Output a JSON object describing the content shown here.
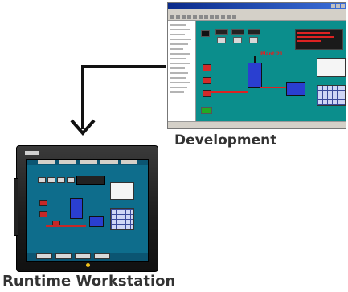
{
  "labels": {
    "development": "Development",
    "runtime": "Runtime Workstation"
  },
  "dev_window": {
    "canvas_title": "Plant 21"
  },
  "colors": {
    "label_text": "#333333",
    "connector": "#111111",
    "hmi_background": "#0b8e8c",
    "device_screen": "#0e6d8c"
  },
  "icons": {
    "connector": "arrow-down"
  }
}
